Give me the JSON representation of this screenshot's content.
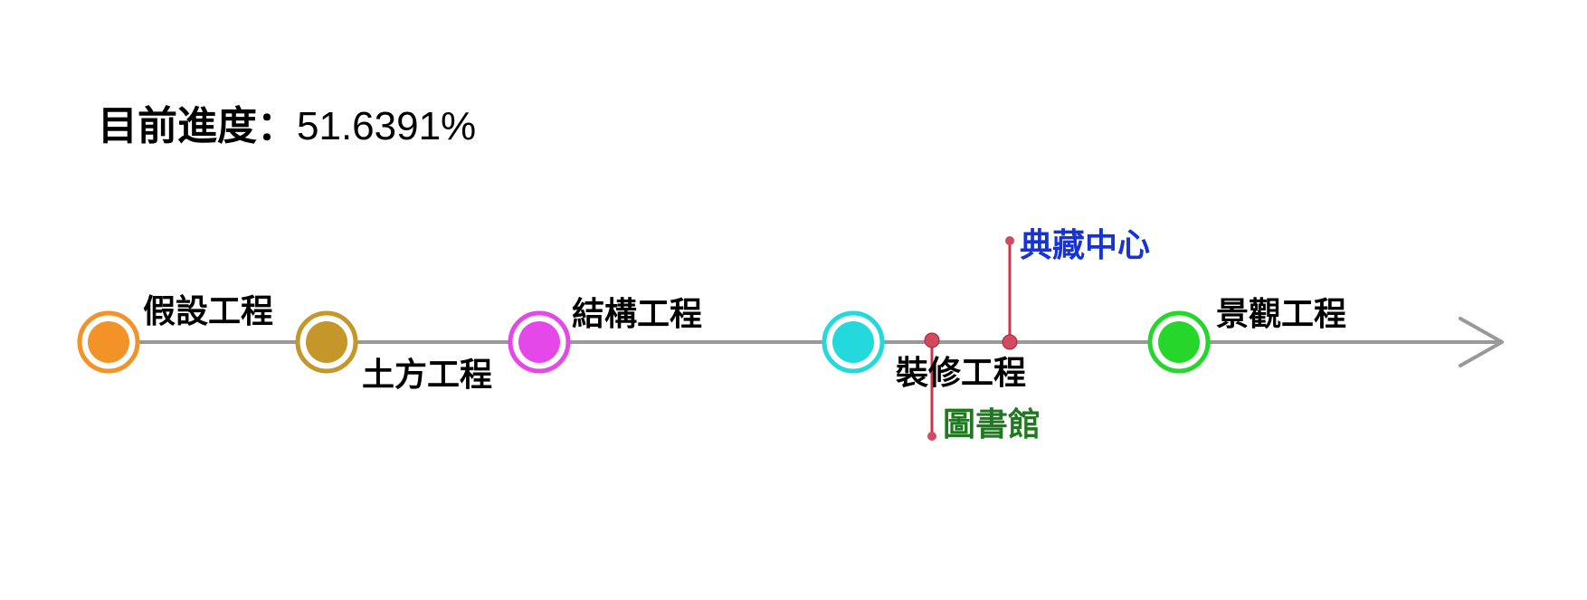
{
  "progress": {
    "label": "目前進度：",
    "value": "51.6391%"
  },
  "stages": [
    {
      "name": "假設工程",
      "color": "#f39226"
    },
    {
      "name": "土方工程",
      "color": "#c5972a"
    },
    {
      "name": "結構工程",
      "color": "#e548e8"
    },
    {
      "name": "裝修工程",
      "color": "#23d9dc"
    },
    {
      "name": "景觀工程",
      "color": "#27d62b"
    }
  ],
  "markers": [
    {
      "name": "典藏中心",
      "color": "#1633d8"
    },
    {
      "name": "圖書館",
      "color": "#1f7a1f"
    }
  ],
  "colors": {
    "axis": "#999999",
    "marker_pin": "#c8344a",
    "stage_text": "#000000"
  }
}
